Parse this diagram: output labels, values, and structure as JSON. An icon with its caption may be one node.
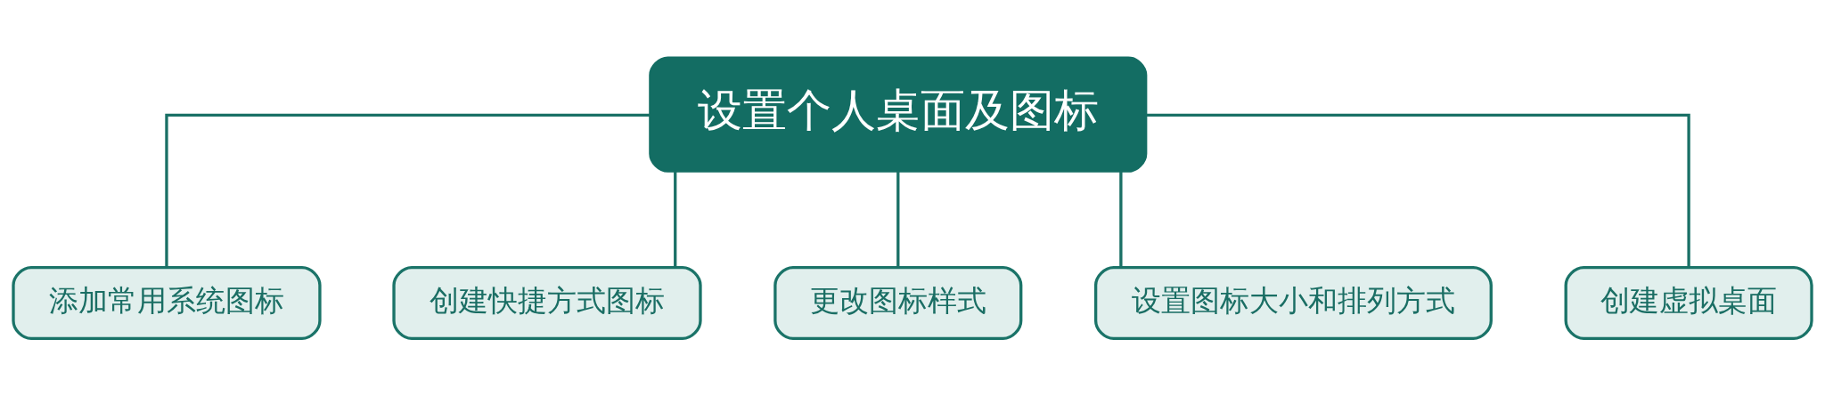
{
  "diagram": {
    "nodes": [
      {
        "text": [
          "设置个人桌面及图标"
        ]
      },
      {
        "text": [
          "添加常用系统图标"
        ]
      },
      {
        "text": [
          "创建快捷方式图标"
        ]
      },
      {
        "text": [
          "更改图标样式"
        ]
      },
      {
        "text": [
          "设置图标大小和排列方式"
        ]
      },
      {
        "text": [
          "创建虚拟桌面"
        ]
      }
    ],
    "edges": [
      {
        "from": 0,
        "to": 1,
        "arrow": "none"
      },
      {
        "from": 0,
        "to": 2,
        "arrow": "none"
      },
      {
        "from": 0,
        "to": 3,
        "arrow": "none"
      },
      {
        "from": 0,
        "to": 4,
        "arrow": "none"
      },
      {
        "from": 0,
        "to": 5,
        "arrow": "none"
      }
    ]
  }
}
